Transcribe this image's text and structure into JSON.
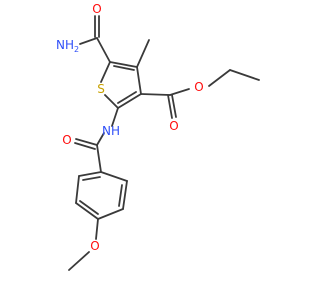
{
  "colors": {
    "bond": "#3a3a3a",
    "oxygen": "#ff0d0d",
    "nitrogen": "#3050f8",
    "sulfur": "#c8a200",
    "background": "#ffffff"
  },
  "atoms": {
    "nh2": "NH",
    "nh2_sub": "2",
    "o_amide": "O",
    "s_ring": "S",
    "o_ester_carbonyl": "O",
    "o_ester_link": "O",
    "nh_link": "NH",
    "o_benzoyl": "O",
    "o_methoxy": "O"
  }
}
